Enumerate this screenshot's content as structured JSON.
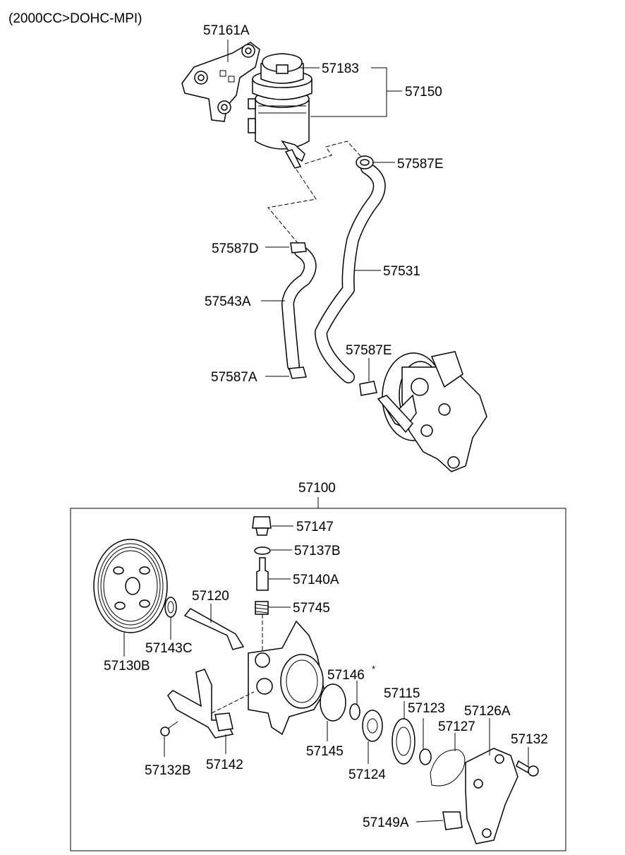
{
  "header": {
    "title": "(2000CC>DOHC-MPI)"
  },
  "labels": {
    "p57161A": "57161A",
    "p57183": "57183",
    "p57150": "57150",
    "p57587E_top": "57587E",
    "p57587D": "57587D",
    "p57531": "57531",
    "p57543A": "57543A",
    "p57587E_mid": "57587E",
    "p57587A": "57587A",
    "p57100": "57100",
    "p57147": "57147",
    "p57137B": "57137B",
    "p57140A": "57140A",
    "p57120": "57120",
    "p57745": "57745",
    "p57143C": "57143C",
    "p57130B": "57130B",
    "p57146": "57146",
    "p57115": "57115",
    "p57123": "57123",
    "p57126A": "57126A",
    "p57127": "57127",
    "p57132": "57132",
    "p57145": "57145",
    "p57124": "57124",
    "p57132B": "57132B",
    "p57142": "57142",
    "p57149A": "57149A"
  },
  "annotations": {
    "star": "*"
  }
}
